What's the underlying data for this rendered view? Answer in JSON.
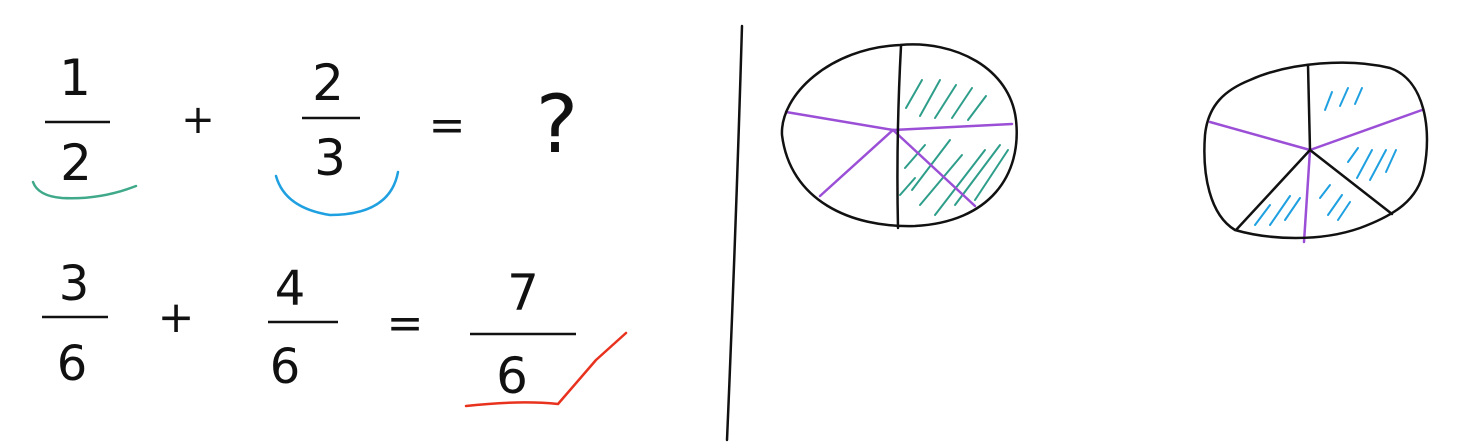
{
  "equation_top": {
    "fraction_a": {
      "numerator": "1",
      "denominator": "2"
    },
    "operator": "+",
    "fraction_b": {
      "numerator": "2",
      "denominator": "3"
    },
    "equals": "=",
    "result": "?"
  },
  "equation_bottom": {
    "fraction_a": {
      "numerator": "3",
      "denominator": "6"
    },
    "operator": "+",
    "fraction_b": {
      "numerator": "4",
      "denominator": "6"
    },
    "equals": "=",
    "result": {
      "numerator": "7",
      "denominator": "6"
    }
  },
  "pie_left": {
    "slices": 6,
    "shaded_slices": 3,
    "hatch_color": "#2e9e8a"
  },
  "pie_right": {
    "slices": 6,
    "shaded_slices": 4,
    "hatch_color": "#1fa0e0"
  },
  "colors": {
    "ink": "#111111",
    "green_underline": "#3fa98a",
    "blue_underline": "#1fa0e0",
    "red_check": "#e8321e",
    "purple_divider": "#9b4fd6"
  }
}
